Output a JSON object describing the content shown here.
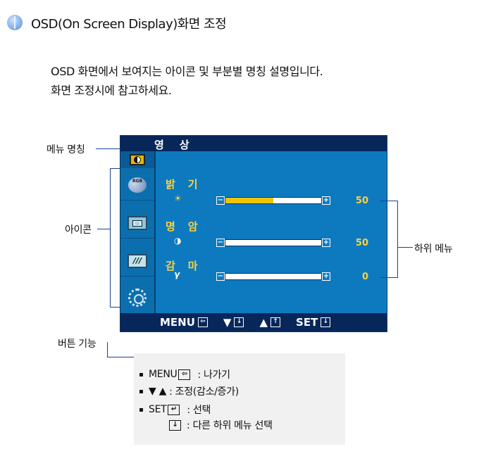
{
  "header": {
    "title": "OSD(On Screen Display)화면 조정"
  },
  "intro": {
    "line1": "OSD 화면에서 보여지는 아이콘 및 부분별 명칭 설명입니다.",
    "line2": "화면 조정시에 참고하세요."
  },
  "osd": {
    "title": "영상",
    "rows": [
      {
        "label": "밝기",
        "symbol": "☀",
        "value": "50",
        "fill_percent": 50
      },
      {
        "label": "명암",
        "symbol": "◑",
        "value": "50",
        "fill_percent": 0
      },
      {
        "label": "감마",
        "symbol": "γ",
        "value": "0",
        "fill_percent": 0
      }
    ],
    "slider_minus": "−",
    "slider_plus": "+",
    "icons": [
      {
        "name": "brightness-icon"
      },
      {
        "name": "color-rgb-icon",
        "text": "RGB"
      },
      {
        "name": "screen-position-icon",
        "text": "▭"
      },
      {
        "name": "rotate-icon",
        "text": "///"
      },
      {
        "name": "gear-icon"
      }
    ],
    "footer": {
      "menu_label": "MENU",
      "menu_icon": "⇦",
      "down_label": "▼",
      "down_icon": "↓",
      "up_label": "▲",
      "up_icon": "↑",
      "set_label": "SET",
      "set_icon": "↓"
    },
    "colors": {
      "body": "#0d7ac0",
      "bar": "#07275a",
      "accent": "#ffd23a",
      "fill": "#f0c400"
    }
  },
  "callouts": {
    "menu_name": "메뉴 명칭",
    "icons": "아이콘",
    "submenu": "하위 메뉴",
    "buttons": "버튼 기능"
  },
  "legend": {
    "menu_label": "MENU",
    "menu_icon": "⇦",
    "menu_desc": ": 나가기",
    "adjust_label": "▼ ▲",
    "adjust_desc": ": 조정(감소/증가)",
    "set_label": "SET",
    "set_icon": "↵",
    "set_desc": ": 선택",
    "submenu_icon": "↓",
    "submenu_desc": ": 다른 하위 메뉴 선택"
  }
}
